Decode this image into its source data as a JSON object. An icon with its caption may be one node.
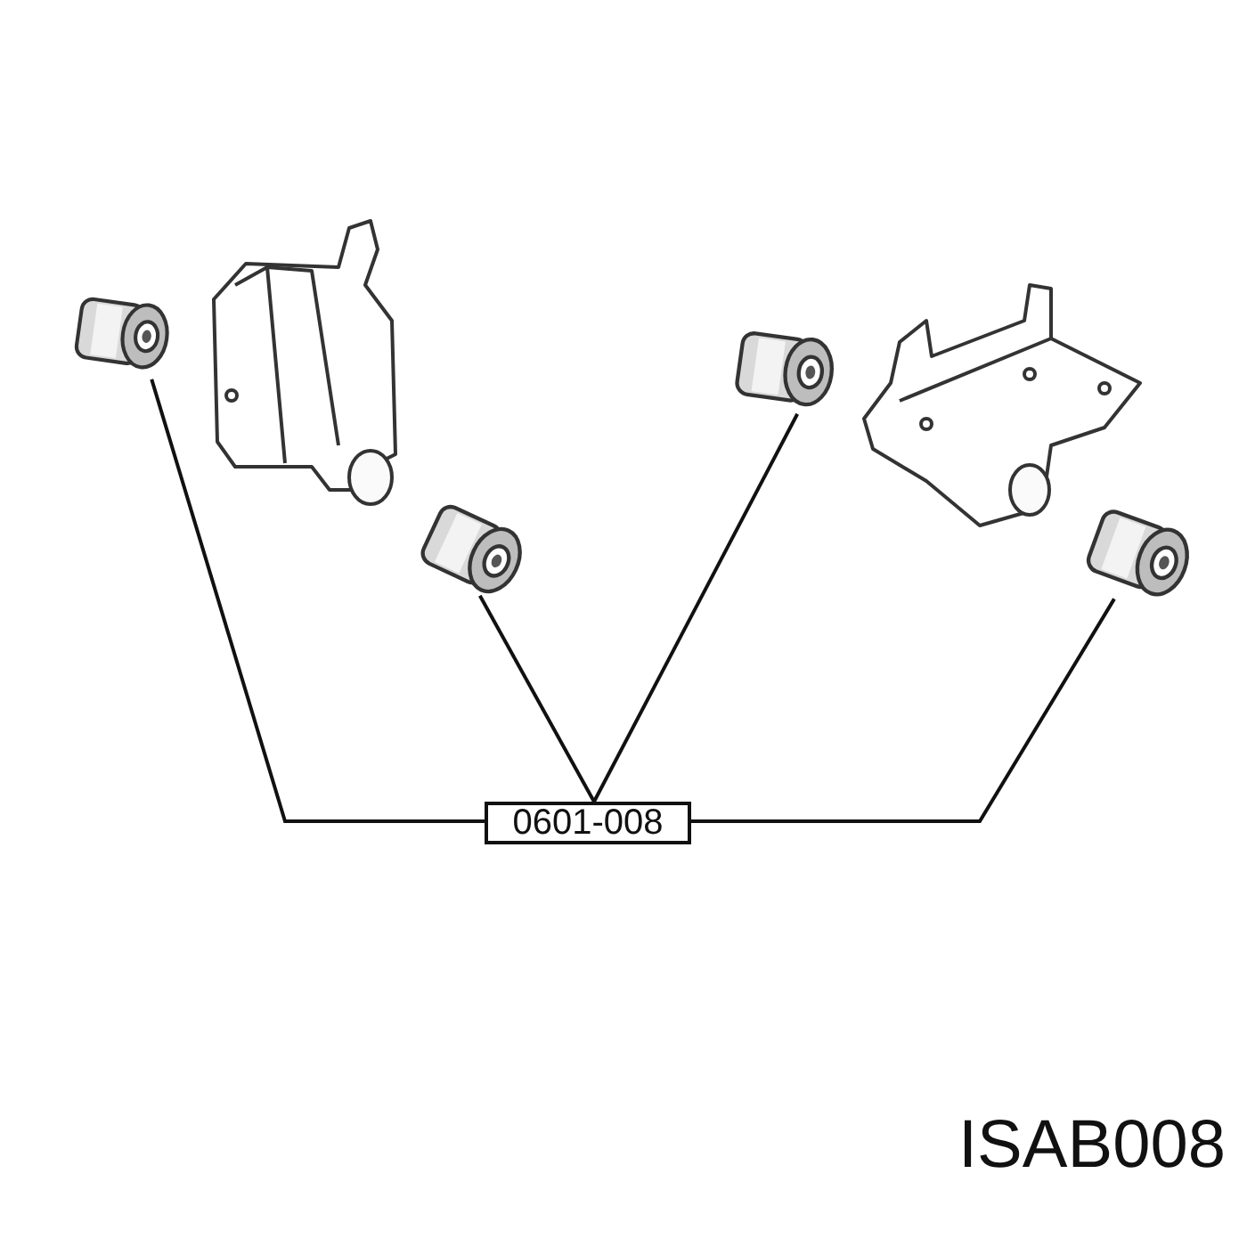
{
  "diagram": {
    "nodes": [
      {
        "text": [
          "0601-008"
        ]
      },
      {
        "text": [],
        "shape": "picture"
      },
      {
        "text": [],
        "shape": "picture"
      },
      {
        "text": [],
        "shape": "picture"
      },
      {
        "text": [],
        "shape": "picture"
      }
    ],
    "edges": [
      {
        "from": 0,
        "to": 1,
        "arrow": "none"
      },
      {
        "from": 0,
        "to": 2,
        "arrow": "none"
      },
      {
        "from": 0,
        "to": 3,
        "arrow": "none"
      },
      {
        "from": 0,
        "to": 4,
        "arrow": "none"
      }
    ],
    "labels": [
      "ISAB008"
    ]
  }
}
